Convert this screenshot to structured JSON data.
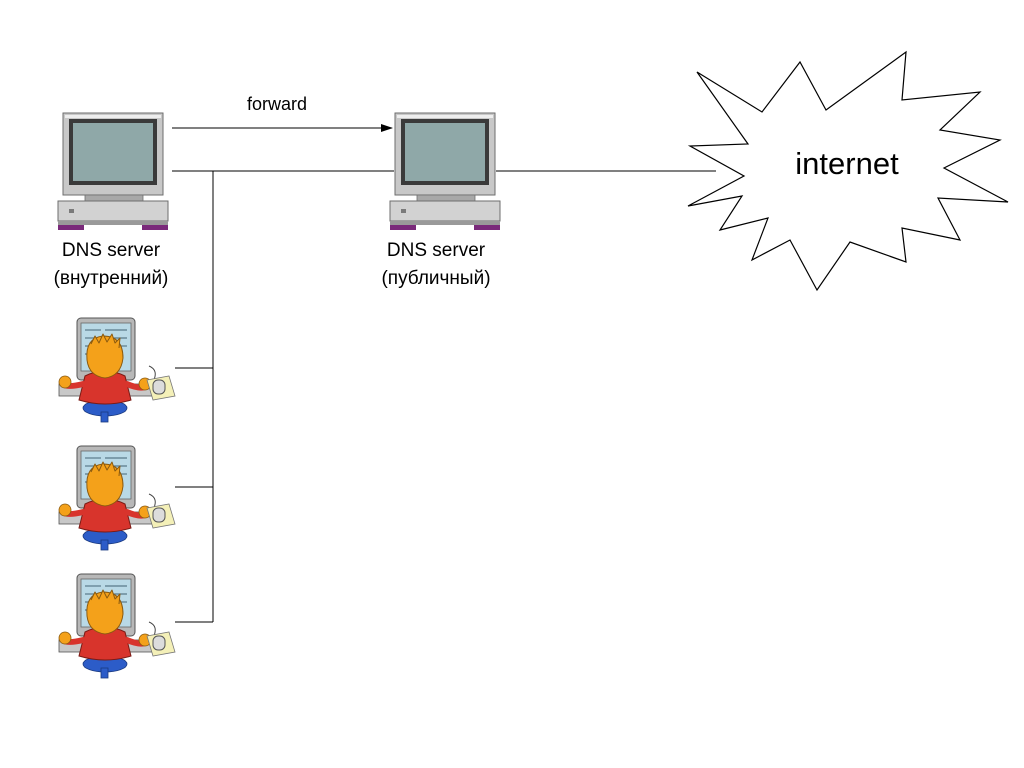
{
  "diagram": {
    "edge_label": "forward",
    "internal_server": {
      "line1": "DNS server",
      "line2": "(внутренний)"
    },
    "public_server": {
      "line1": "DNS server",
      "line2": "(публичный)"
    },
    "cloud": {
      "label": "internet"
    },
    "clients": [
      {
        "id": "client-1"
      },
      {
        "id": "client-2"
      },
      {
        "id": "client-3"
      }
    ]
  },
  "colors": {
    "monitor_frame": "#c8c8c8",
    "screen": "#8fa8a8",
    "base_stripe": "#7a2a7a",
    "client_hair": "#f4a11a",
    "client_shirt": "#d8342c",
    "client_pants": "#2c5cc8"
  }
}
